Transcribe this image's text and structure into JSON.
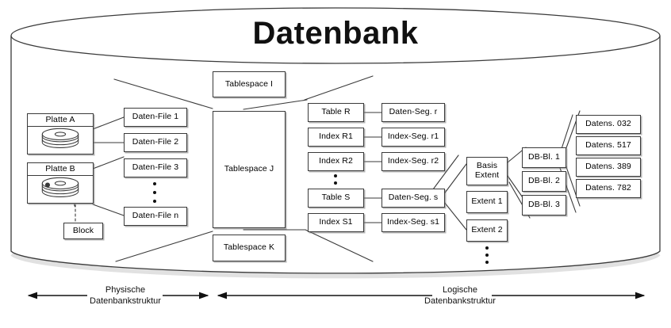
{
  "diagram": {
    "title": "Datenbank",
    "vdots": "vertical-ellipsis"
  },
  "physical": {
    "disks": [
      {
        "label": "Platte A"
      },
      {
        "label": "Platte B"
      }
    ],
    "block": "Block",
    "datafiles": [
      "Daten-File 1",
      "Daten-File 2",
      "Daten-File 3",
      "Daten-File n"
    ]
  },
  "tablespaces": [
    "Tablespace I",
    "Tablespace J",
    "Tablespace K"
  ],
  "logical": {
    "objects": [
      "Table R",
      "Index R1",
      "Index R2",
      "Table S",
      "Index S1"
    ],
    "segments": [
      "Daten-Seg. r",
      "Index-Seg. r1",
      "Index-Seg. r2",
      "Daten-Seg. s",
      "Index-Seg. s1"
    ],
    "extents": [
      "Basis Extent",
      "Extent 1",
      "Extent 2"
    ],
    "extent_basis_line1": "Basis",
    "extent_basis_line2": "Extent",
    "blocks": [
      "DB-Bl. 1",
      "DB-Bl. 2",
      "DB-Bl. 3"
    ],
    "records": [
      "Datens. 032",
      "Datens. 517",
      "Datens. 389",
      "Datens. 782"
    ]
  },
  "legend": {
    "physical_line1": "Physische",
    "physical_line2": "Datenbankstruktur",
    "logical_line1": "Logische",
    "logical_line2": "Datenbankstruktur"
  },
  "colors": {
    "stroke": "#3a3a3a",
    "text": "#000000",
    "background": "#ffffff"
  }
}
